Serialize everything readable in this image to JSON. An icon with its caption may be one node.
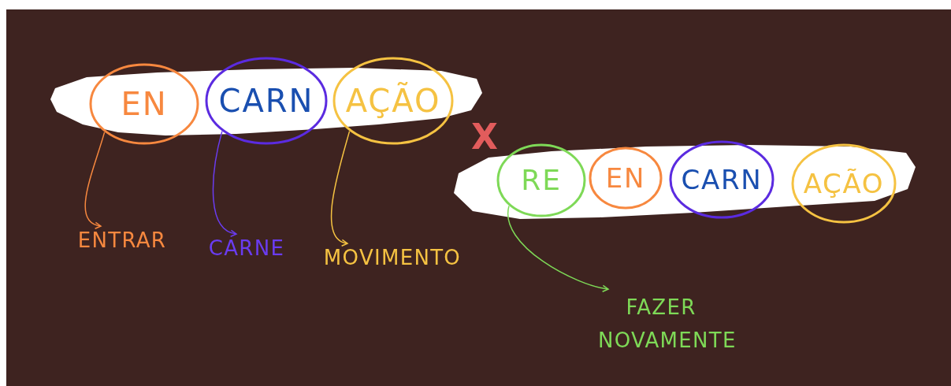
{
  "diagram": {
    "nodes": [
      {
        "text": [
          "EN"
        ]
      },
      {
        "text": [
          "CARN"
        ]
      },
      {
        "text": [
          "AÇÃO"
        ]
      },
      {
        "text": [
          "RE"
        ]
      },
      {
        "text": [
          "EN"
        ]
      },
      {
        "text": [
          "CARN"
        ]
      },
      {
        "text": [
          "AÇÃO"
        ]
      },
      {
        "text": [
          "ENTRAR"
        ]
      },
      {
        "text": [
          "CARNE"
        ]
      },
      {
        "text": [
          "MOVIMENTO"
        ]
      },
      {
        "text": [
          "FAZER NOVAMENTE"
        ]
      }
    ],
    "edges": [
      {
        "from": 0,
        "to": 7,
        "arrow": "to",
        "color": "#f7883f"
      },
      {
        "from": 1,
        "to": 8,
        "arrow": "to",
        "color": "#6a3cf0"
      },
      {
        "from": 2,
        "to": 9,
        "arrow": "to",
        "color": "#f5c242"
      },
      {
        "from": 3,
        "to": 10,
        "arrow": "to",
        "color": "#7ed957"
      }
    ],
    "labels": [
      "X"
    ]
  }
}
